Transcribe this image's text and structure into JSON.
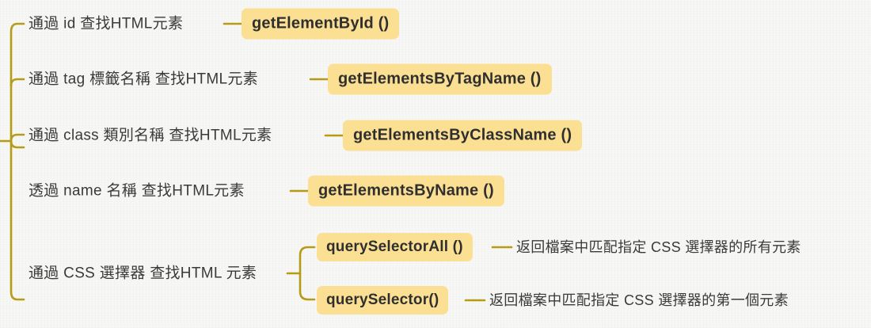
{
  "diagram": {
    "type": "mind-map",
    "title_present": false,
    "theme": {
      "background": "#f7f7f5",
      "branch_line": "#b59b16",
      "chip_fill": "#fbdf93",
      "chip_text": "#2f2f2f",
      "label_text": "#3a3a3a"
    },
    "branches": [
      {
        "id": "by-id",
        "label": "通過 id 查找HTML元素",
        "method": "getElementById ()",
        "description": ""
      },
      {
        "id": "by-tag",
        "label": "通過 tag 標籤名稱 查找HTML元素",
        "method": "getElementsByTagName ()",
        "description": ""
      },
      {
        "id": "by-class",
        "label": "通過 class 類別名稱 查找HTML元素",
        "method": "getElementsByClassName ()",
        "description": ""
      },
      {
        "id": "by-name",
        "label": "透過 name 名稱 查找HTML元素",
        "method": "getElementsByName ()",
        "description": ""
      },
      {
        "id": "by-css-selector",
        "label": "通過 CSS 選擇器 查找HTML 元素",
        "method": "",
        "children": [
          {
            "id": "query-selector-all",
            "method": "querySelectorAll ()",
            "description": "返回檔案中匹配指定 CSS 選擇器的所有元素"
          },
          {
            "id": "query-selector",
            "method": "querySelector()",
            "description": "返回檔案中匹配指定 CSS 選擇器的第一個元素"
          }
        ]
      }
    ]
  }
}
